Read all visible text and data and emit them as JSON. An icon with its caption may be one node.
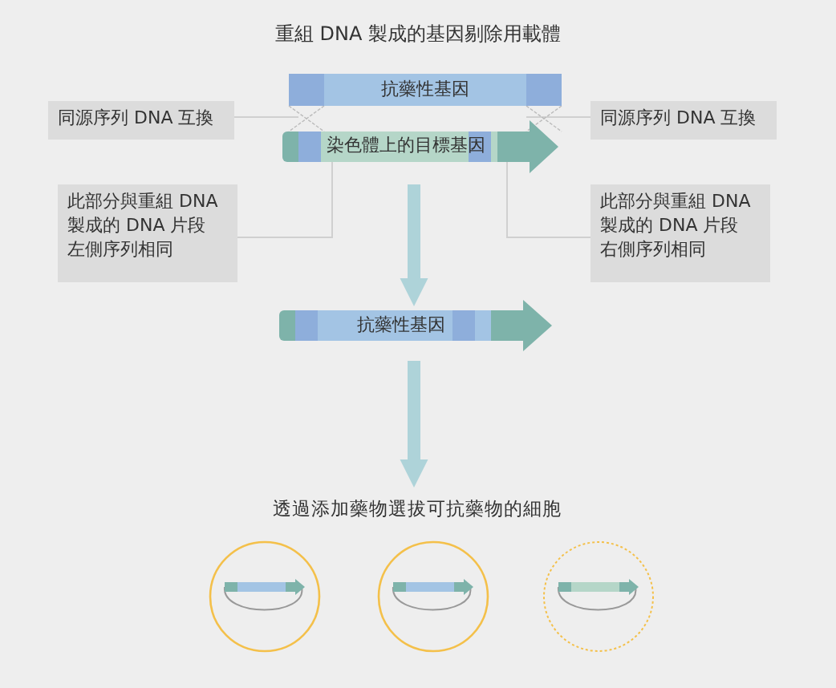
{
  "diagram": {
    "title": "重組 DNA 製成的基因剔除用載體",
    "nodes": [
      {
        "text": [
          "抗藥性基因"
        ]
      },
      {
        "text": [
          "染色體上的目標基因"
        ]
      },
      {
        "text": [
          "同源序列 DNA 互換"
        ]
      },
      {
        "text": [
          "同源序列 DNA 互換"
        ]
      },
      {
        "text": [
          "此部分與重組 DNA製成的 DNA 片段左側序列相同"
        ]
      },
      {
        "text": [
          "此部分與重組 DNA製成的 DNA 片段右側序列相同"
        ]
      },
      {
        "text": [
          "抗藥性基因"
        ]
      },
      {
        "text": [
          "透過添加藥物選拔可抗藥物的細胞"
        ]
      },
      {
        "text": [],
        "shape": "circle"
      },
      {
        "text": [],
        "shape": "circle"
      },
      {
        "text": [],
        "shape": "circle"
      }
    ],
    "edges": [
      {
        "from": 2,
        "to": 1,
        "arrow": "none"
      },
      {
        "from": 3,
        "to": 1,
        "arrow": "none"
      },
      {
        "from": 4,
        "to": 1,
        "arrow": "none"
      },
      {
        "from": 5,
        "to": 1,
        "arrow": "none"
      },
      {
        "from": 1,
        "to": 6,
        "arrow": "to",
        "style": "thick",
        "color": "#aed3d9"
      },
      {
        "from": 6,
        "to": 7,
        "arrow": "to",
        "style": "thick",
        "color": "#aed3d9"
      },
      {
        "from": 0,
        "to": 1,
        "arrow": "none",
        "style": "dashed"
      },
      {
        "from": 0,
        "to": 1,
        "arrow": "none",
        "style": "dashed"
      },
      {
        "from": 0,
        "to": 1,
        "arrow": "none",
        "style": "dashed"
      },
      {
        "from": 0,
        "to": 1,
        "arrow": "none",
        "style": "dashed"
      }
    ]
  }
}
